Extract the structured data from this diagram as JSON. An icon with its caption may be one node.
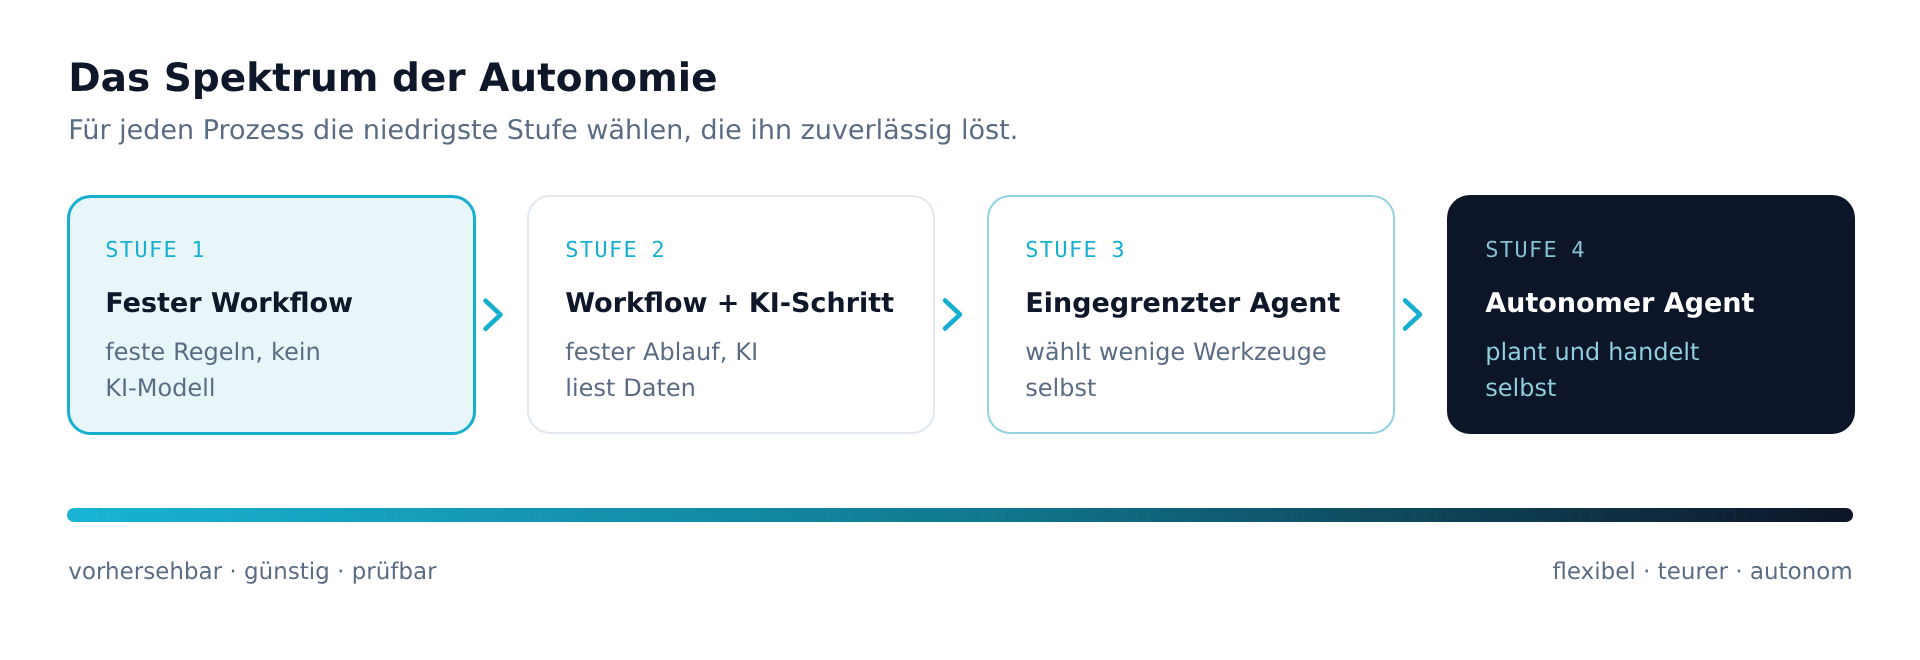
{
  "diagram": {
    "title": "Das Spektrum der Autonomie",
    "nodes": [
      {
        "text": [
          "STUFE 1",
          "Fester Workflow",
          "feste Regeln, kein KI-Modell"
        ]
      },
      {
        "text": [
          "STUFE 2",
          "Workflow + KI-Schritt",
          "fester Ablauf, KI liest Daten"
        ]
      },
      {
        "text": [
          "STUFE 3",
          "Eingegrenzter Agent",
          "wählt wenige Werkzeuge selbst"
        ]
      },
      {
        "text": [
          "STUFE 4",
          "Autonomer Agent",
          "plant und handelt selbst"
        ]
      }
    ],
    "edges": [
      {
        "from": 0,
        "to": 1,
        "arrow": "to"
      },
      {
        "from": 1,
        "to": 2,
        "arrow": "to"
      },
      {
        "from": 2,
        "to": 3,
        "arrow": "to"
      }
    ],
    "labels": [
      "Für jeden Prozess die niedrigste Stufe wählen, die ihn zuverlässig löst.",
      "vorhersehbar · günstig · prüfbar",
      "flexibel · teurer · autonom"
    ]
  }
}
